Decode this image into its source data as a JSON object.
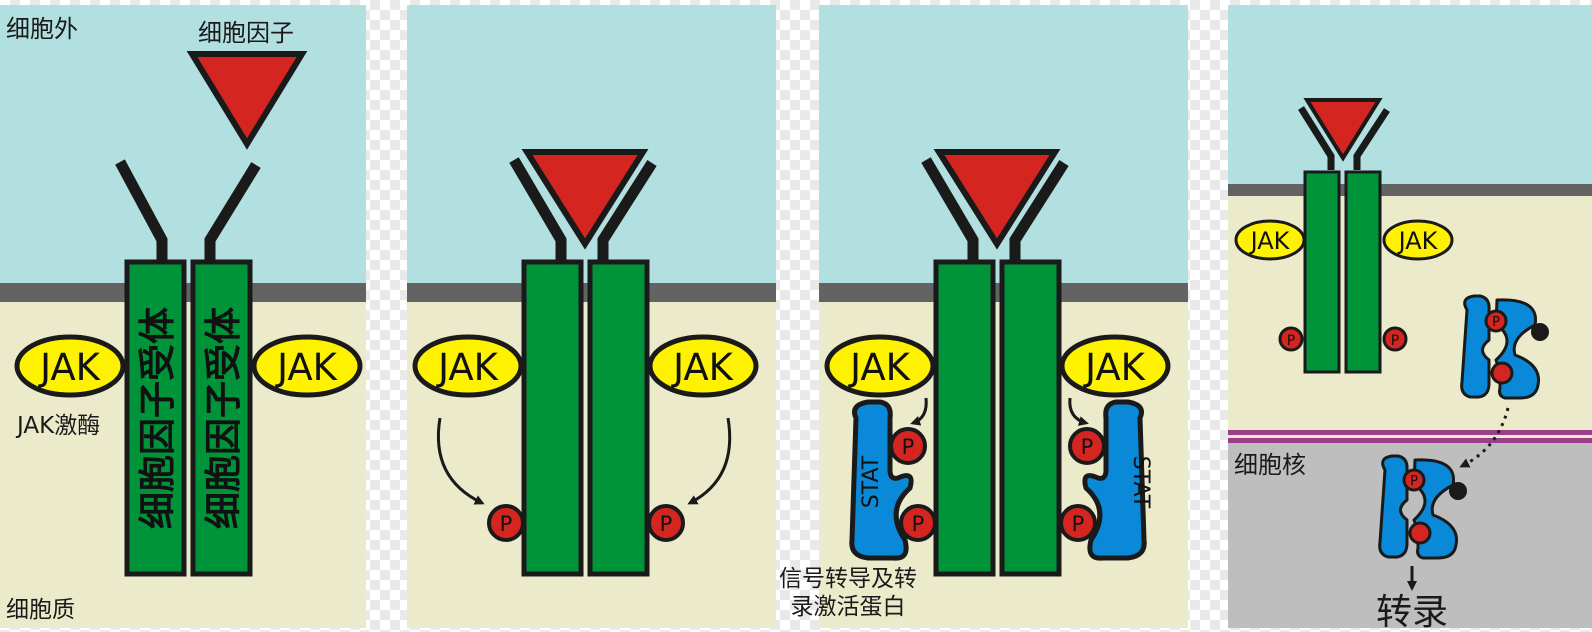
{
  "labels": {
    "extracellular": "细胞外",
    "cytokine": "细胞因子",
    "jak": "JAK",
    "jak_kinase": "JAK激酶",
    "cytokine_receptor": "细胞因子受体",
    "cytoplasm": "细胞质",
    "phosphate": "P",
    "stat": "STAT",
    "stat_line1": "信号转导及转",
    "stat_line2": "录激活蛋白",
    "nucleus": "细胞核",
    "transcription": "转录"
  },
  "colors": {
    "extracellular": "#b2dfdf",
    "membrane": "#636363",
    "cytoplasm": "#ebebcb",
    "nucleus_bg": "#bebebe",
    "nuclear_membrane": "#9c3f8a",
    "receptor": "#00943a",
    "cytokine": "#d52520",
    "jak": "#fef200",
    "stat": "#0a89d8",
    "phosphate": "#d52520",
    "outline": "#1a1a1a"
  }
}
